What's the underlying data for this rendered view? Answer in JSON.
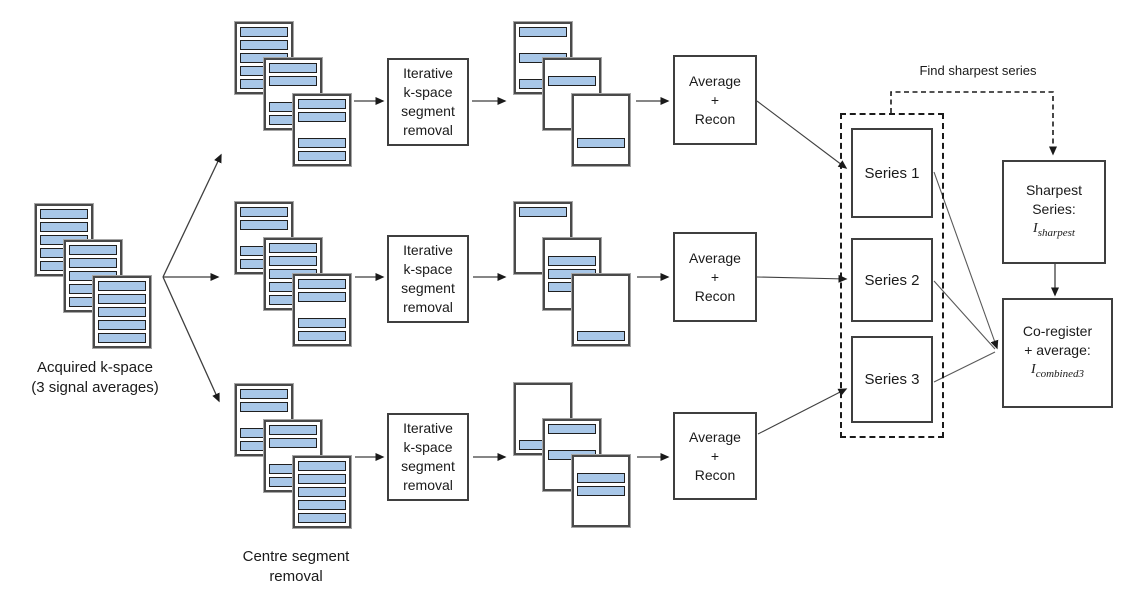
{
  "diagram": {
    "acquired_label": {
      "line1": "Acquired k-space",
      "line2": "(3 signal averages)"
    },
    "centre_label": {
      "line1": "Centre segment",
      "line2": "removal"
    },
    "find_sharpest_label": "Find sharpest series",
    "iterative_box": {
      "line1": "Iterative",
      "line2": "k-space",
      "line3": "segment",
      "line4": "removal"
    },
    "average_box": {
      "line1": "Average",
      "line2": "+",
      "line3": "Recon"
    },
    "series_boxes": {
      "s1": "Series 1",
      "s2": "Series 2",
      "s3": "Series 3"
    },
    "sharpest_box": {
      "line1": "Sharpest",
      "line2": "Series:",
      "math_base": "I",
      "math_sub": "sharpest"
    },
    "coregister_box": {
      "line1": "Co-register",
      "line2": "+ average:",
      "math_base": "I",
      "math_sub": "combined3"
    },
    "colors": {
      "bar_fill": "#A8C7E8",
      "bar_border": "#1f1f1f",
      "card_border": "#4a4a4a",
      "line": "#3f3f3f",
      "dashed_line": "#1a1a1a"
    },
    "stacks": {
      "acquired": [
        [
          1,
          1,
          1,
          1,
          1
        ],
        [
          1,
          1,
          1,
          1,
          1
        ],
        [
          1,
          1,
          1,
          1,
          1
        ]
      ],
      "centre_removed_branch1": [
        [
          1,
          1,
          1,
          1,
          1
        ],
        [
          1,
          1,
          0,
          1,
          1
        ],
        [
          1,
          1,
          0,
          1,
          1
        ]
      ],
      "centre_removed_branch2": [
        [
          1,
          1,
          0,
          1,
          1
        ],
        [
          1,
          1,
          1,
          1,
          1
        ],
        [
          1,
          1,
          0,
          1,
          1
        ]
      ],
      "centre_removed_branch3": [
        [
          1,
          1,
          0,
          1,
          1
        ],
        [
          1,
          1,
          0,
          1,
          1
        ],
        [
          1,
          1,
          1,
          1,
          1
        ]
      ],
      "iterative_removed_branch1": [
        [
          1,
          0,
          1,
          0,
          1
        ],
        [
          0,
          1,
          0,
          0,
          0
        ],
        [
          0,
          0,
          0,
          1,
          0
        ]
      ],
      "iterative_removed_branch2": [
        [
          1,
          0,
          0,
          0,
          0
        ],
        [
          0,
          1,
          1,
          1,
          0
        ],
        [
          0,
          0,
          0,
          0,
          1
        ]
      ],
      "iterative_removed_branch3": [
        [
          0,
          0,
          0,
          0,
          1
        ],
        [
          1,
          0,
          1,
          0,
          0
        ],
        [
          0,
          1,
          1,
          0,
          0
        ]
      ]
    }
  }
}
